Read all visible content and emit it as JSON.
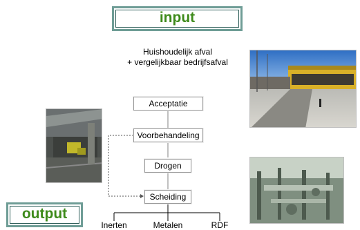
{
  "title_input": "input",
  "title_output": "output",
  "source": {
    "line1": "Huishoudelijk afval",
    "line2": "+ vergelijkbaar bedrijfsafval"
  },
  "steps": [
    "Acceptatie",
    "Voorbehandeling",
    "Drogen",
    "Scheiding"
  ],
  "outputs": [
    "Inerten",
    "Metalen",
    "RDF"
  ],
  "photos": {
    "top_right": "photo-facility-exterior",
    "left": "photo-pretreatment",
    "bottom_right": "photo-separation-installation"
  },
  "colors": {
    "title_text": "#3d8a1a",
    "frame": "#6f9d96",
    "step_border": "#9a9a9a"
  }
}
